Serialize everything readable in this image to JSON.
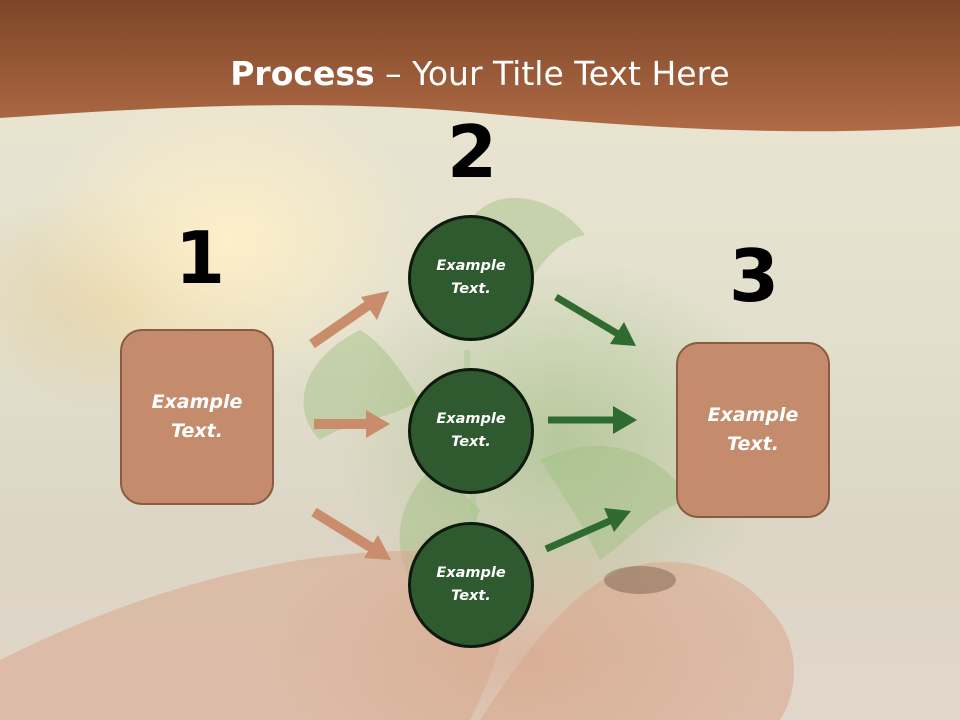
{
  "title": {
    "bold": "Process",
    "rest": " – Your Title Text Here"
  },
  "steps": [
    {
      "number": "1"
    },
    {
      "number": "2"
    },
    {
      "number": "3"
    }
  ],
  "boxes": {
    "left": "Example Text.",
    "right": "Example Text."
  },
  "circles": [
    "Example Text.",
    "Example Text.",
    "Example Text."
  ],
  "colors": {
    "banner": "#a8633e",
    "box_fill": "#c48c6c",
    "circle_fill": "#2f5a2f",
    "arrow_tan": "#c98d6c",
    "arrow_green": "#2f6a30"
  }
}
